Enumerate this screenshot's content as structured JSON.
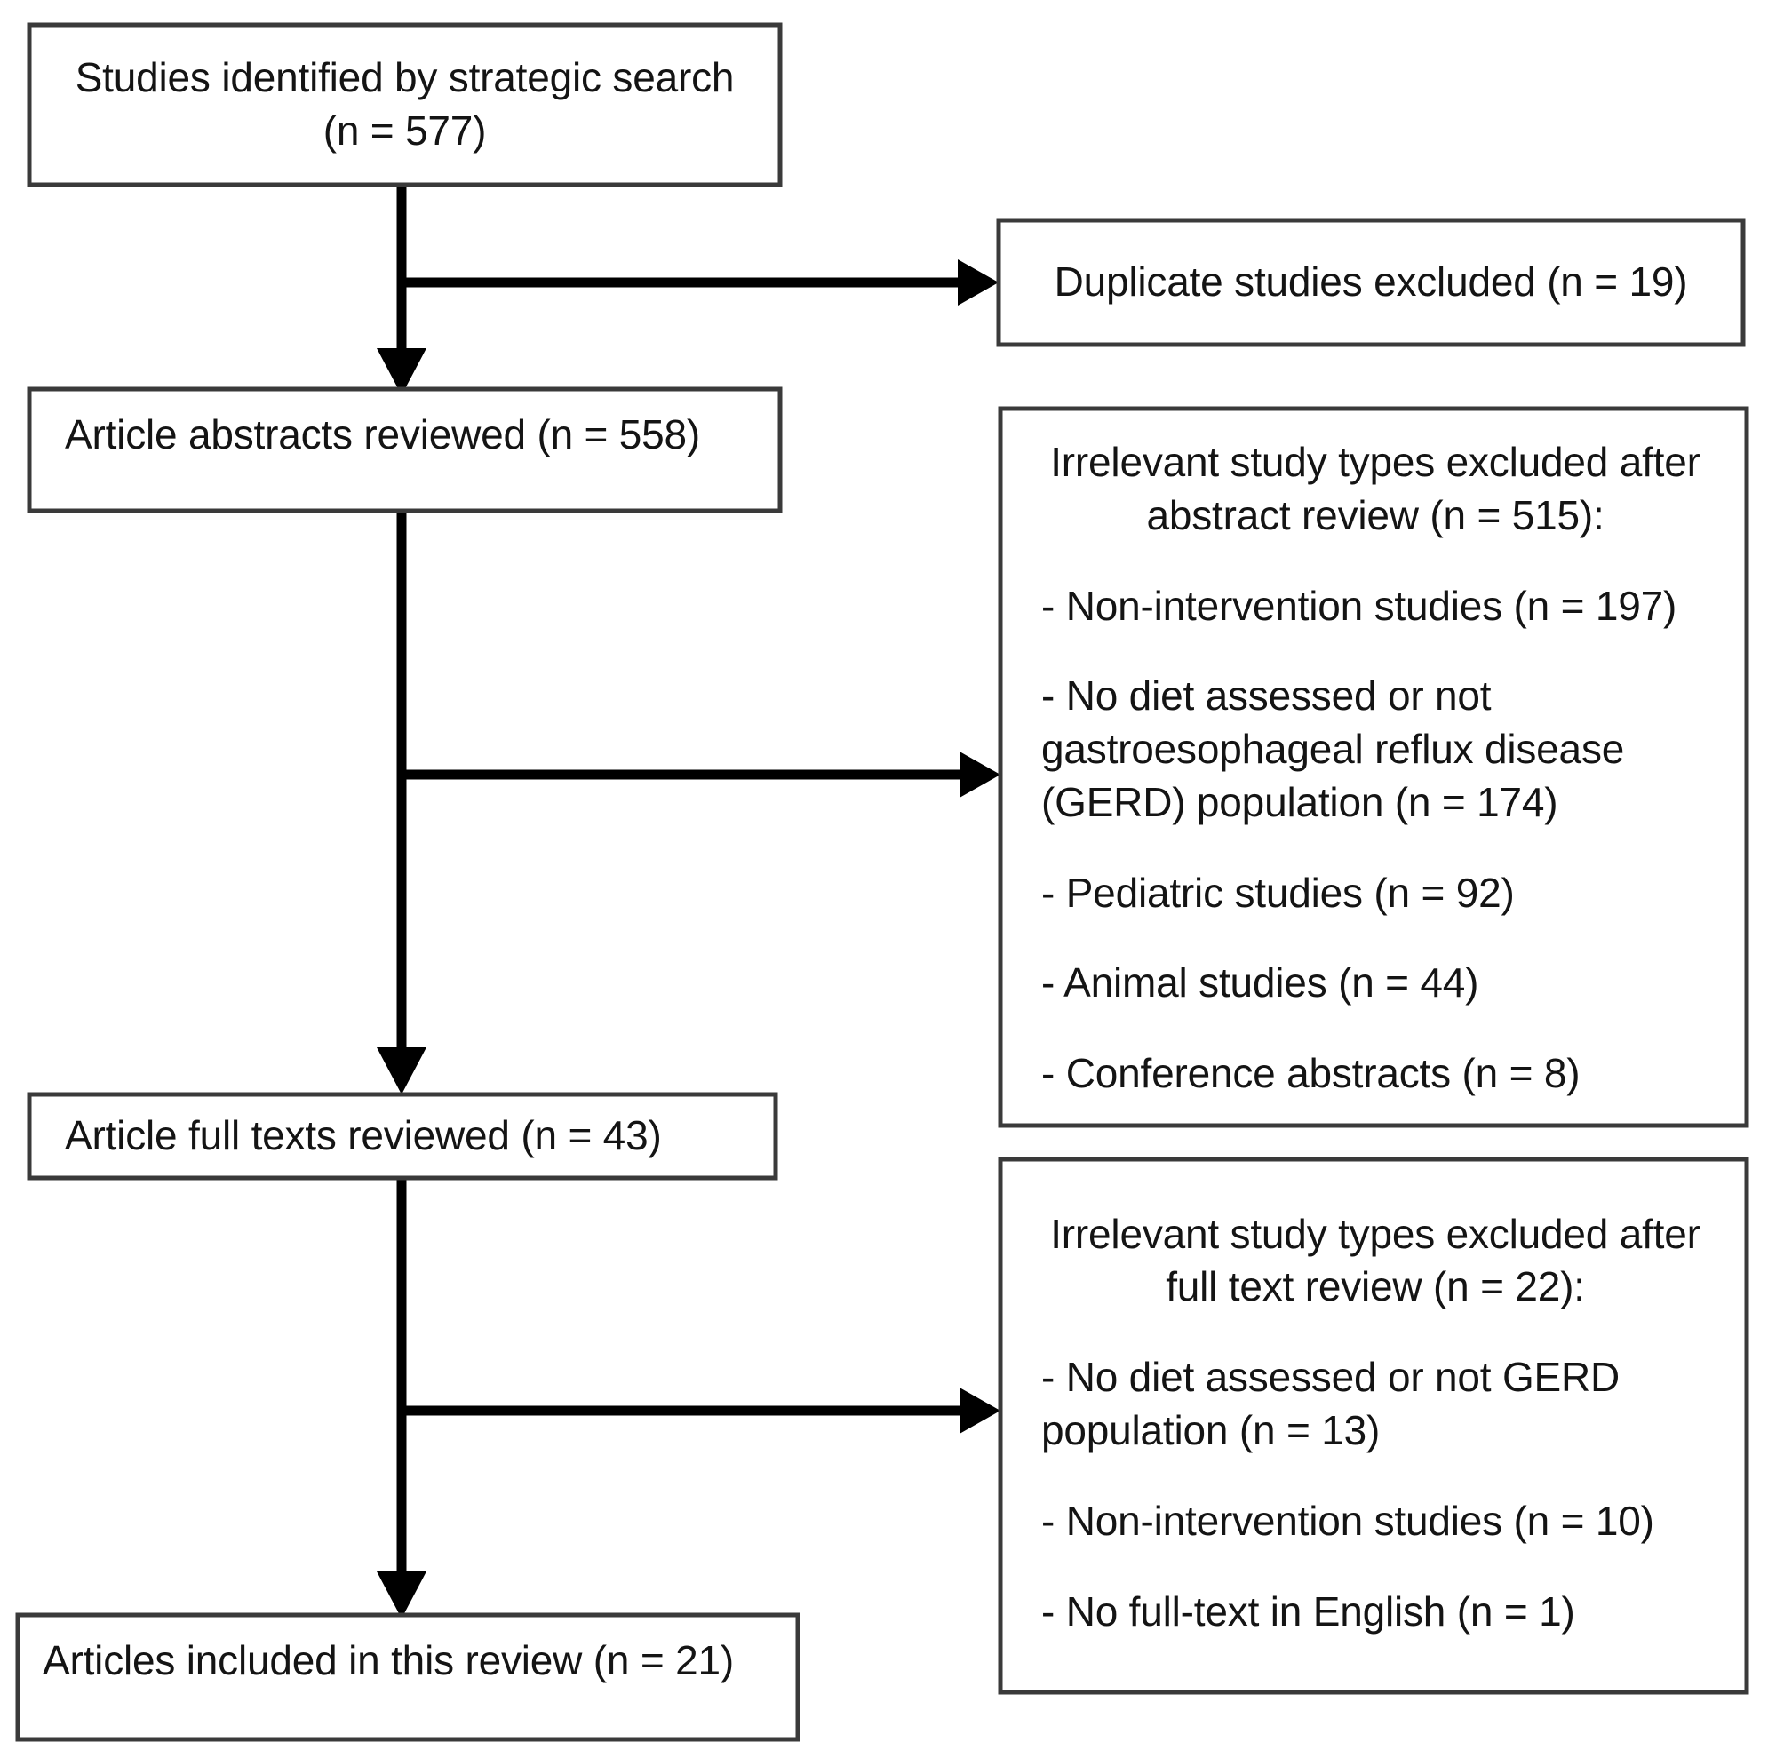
{
  "diagram": {
    "type": "prisma-flow-diagram",
    "title": "Study selection flow diagram",
    "stroke_color": "#3a3a3a",
    "connector_color": "#000000",
    "background": "#ffffff"
  },
  "nodes": {
    "identified": {
      "id": "studies-identified",
      "line1": "Studies identified by strategic search",
      "line2": "(n = 577)",
      "count": 577
    },
    "duplicates_excluded": {
      "id": "duplicate-studies-excluded",
      "line1": "Duplicate studies excluded (n = 19)",
      "count": 19
    },
    "abstracts_reviewed": {
      "id": "article-abstracts-reviewed",
      "line1": "Article abstracts reviewed (n = 558)",
      "count": 558
    },
    "abstract_exclusions": {
      "id": "abstract-review-exclusions",
      "heading_line1": "Irrelevant study types excluded after",
      "heading_line2": "abstract review (n = 515):",
      "total": 515,
      "reasons": [
        {
          "label": "- Non-intervention studies (n = 197)",
          "count": 197
        },
        {
          "label": "- No diet assessed or not gastroesophageal reflux disease (GERD) population (n = 174)",
          "count": 174
        },
        {
          "label": "- Pediatric studies (n = 92)",
          "count": 92
        },
        {
          "label": "- Animal studies (n = 44)",
          "count": 44
        },
        {
          "label": "- Conference abstracts (n = 8)",
          "count": 8
        }
      ]
    },
    "full_texts_reviewed": {
      "id": "article-full-texts-reviewed",
      "line1": "Article full texts reviewed (n = 43)",
      "count": 43
    },
    "fulltext_exclusions": {
      "id": "full-text-review-exclusions",
      "heading_line1": "Irrelevant study types excluded after",
      "heading_line2": "full text review (n = 22):",
      "total": 22,
      "reasons": [
        {
          "label": "- No diet assessed or not GERD population (n = 13)",
          "count": 13
        },
        {
          "label": "- Non-intervention studies (n = 10)",
          "count": 10
        },
        {
          "label": "- No full-text in English (n = 1)",
          "count": 1
        }
      ]
    },
    "included": {
      "id": "articles-included",
      "line1": "Articles included in this review (n = 21)",
      "count": 21
    }
  }
}
